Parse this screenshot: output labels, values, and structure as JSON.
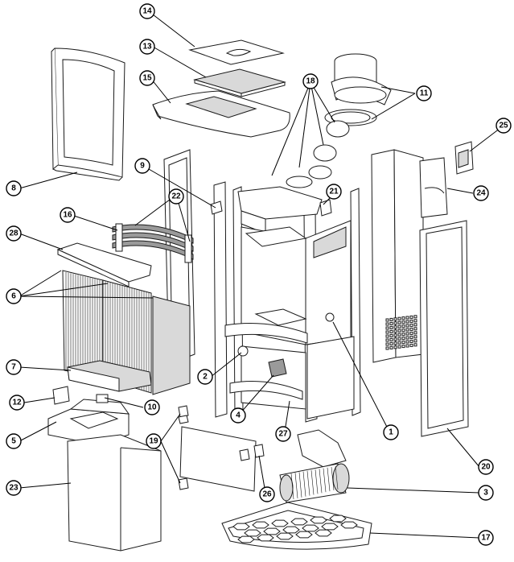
{
  "callouts": [
    {
      "label": "1"
    },
    {
      "label": "2"
    },
    {
      "label": "3"
    },
    {
      "label": "4"
    },
    {
      "label": "5"
    },
    {
      "label": "6"
    },
    {
      "label": "7"
    },
    {
      "label": "8"
    },
    {
      "label": "9"
    },
    {
      "label": "10"
    },
    {
      "label": "11"
    },
    {
      "label": "12"
    },
    {
      "label": "13"
    },
    {
      "label": "14"
    },
    {
      "label": "15"
    },
    {
      "label": "16"
    },
    {
      "label": "17"
    },
    {
      "label": "18"
    },
    {
      "label": "19"
    },
    {
      "label": "20"
    },
    {
      "label": "21"
    },
    {
      "label": "22"
    },
    {
      "label": "23"
    },
    {
      "label": "24"
    },
    {
      "label": "25"
    },
    {
      "label": "26"
    },
    {
      "label": "27"
    },
    {
      "label": "28"
    }
  ],
  "colors": {
    "line": "#1a1a1a",
    "shade": "#d9d9d9",
    "background": "#ffffff"
  }
}
